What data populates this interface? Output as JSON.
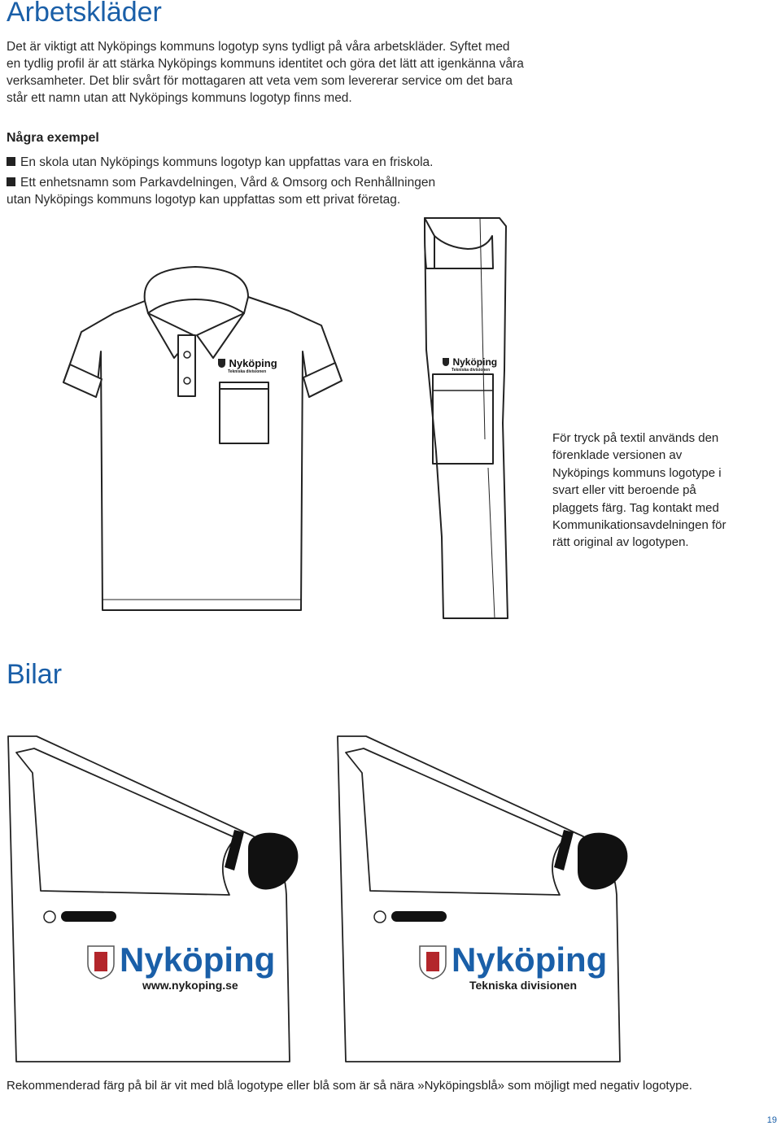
{
  "sections": {
    "workwear": {
      "title": "Arbetskläder",
      "intro": "Det är viktigt att Nyköpings kommuns logotyp syns tydligt på våra arbetskläder. Syftet med en tydlig profil är att stärka Nyköpings kommuns identitet och göra det lätt att igenkänna våra verksamheter. Det blir svårt för mottagaren att veta vem som levererar service om det bara står ett namn utan att Nyköpings kommuns logotyp finns med.",
      "examples_heading": "Några exempel",
      "examples": [
        "En skola utan Nyköpings kommuns logotyp kan uppfattas vara en friskola.",
        "Ett enhetsnamn som Parkavdelningen, Vård & Omsorg och Renhållningen utan Nyköpings kommuns logotyp kan uppfattas som ett privat företag."
      ],
      "print_note": "För tryck på textil används den förenklade versionen av Nyköpings kommuns logotype i svart eller vitt beroende på plaggets färg. Tag kontakt med Kommunikationsavdelningen för rätt original av logotypen.",
      "shirt_logo": {
        "name": "Nyköping",
        "unit": "Tekniska divisionen"
      },
      "pants_logo": {
        "name": "Nyköping",
        "unit": "Tekniska divisionen"
      }
    },
    "cars": {
      "title": "Bilar",
      "door_left_logo": {
        "name": "Nyköping",
        "subline": "www.nykoping.se"
      },
      "door_right_logo": {
        "name": "Nyköping",
        "subline": "Tekniska divisionen"
      },
      "footer": "Rekommenderad färg på bil är vit med blå logotype eller blå som är så nära »Nyköpingsblå» som möjligt med negativ logotype."
    }
  },
  "page_number": "19",
  "colors": {
    "heading_blue": "#1a5fa8",
    "logo_blue": "#1a5fa8",
    "crest_red": "#b3262b"
  }
}
